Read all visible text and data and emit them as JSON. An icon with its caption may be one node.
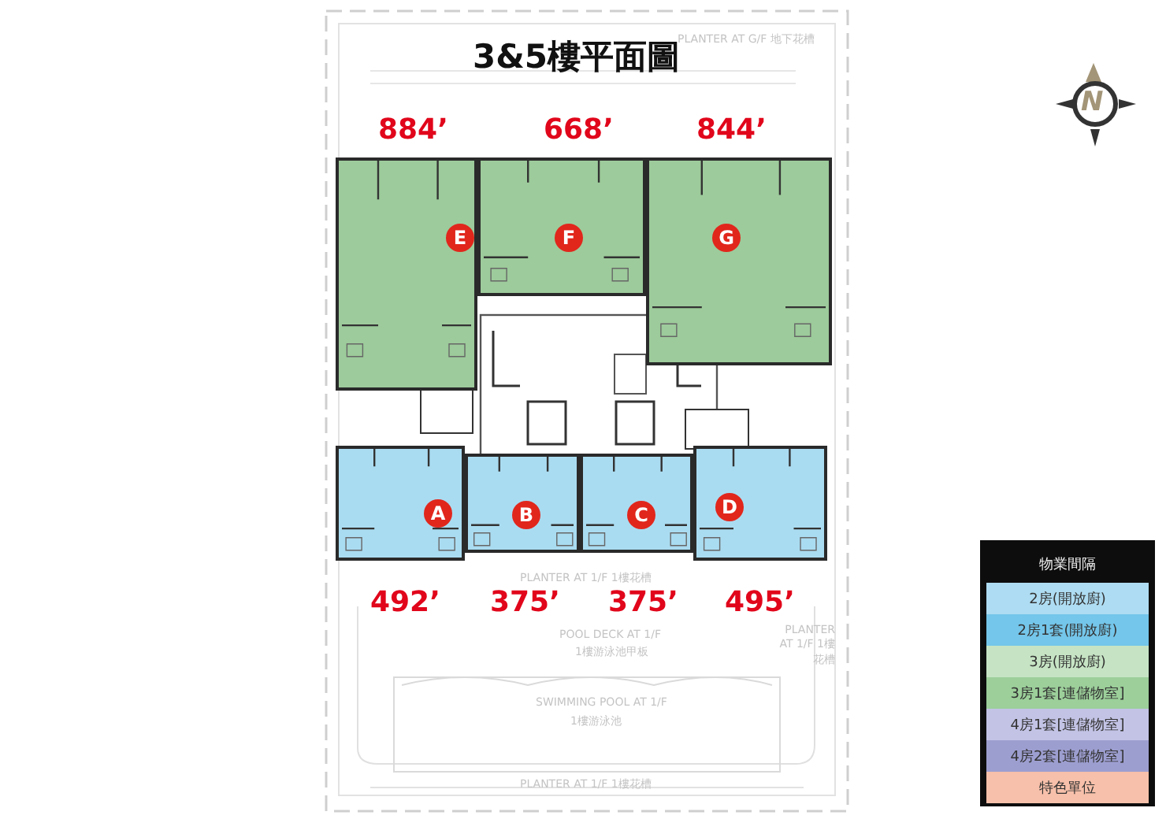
{
  "diagram": {
    "title": "3&5樓平面圖",
    "nodes": [
      {
        "text": [
          "E"
        ],
        "beside": [
          "884’"
        ]
      },
      {
        "text": [
          "F"
        ],
        "beside": [
          "668’"
        ]
      },
      {
        "text": [
          "G"
        ],
        "beside": [
          "844’"
        ]
      },
      {
        "text": [
          "A"
        ],
        "beside": [
          "492’"
        ]
      },
      {
        "text": [
          "B"
        ],
        "beside": [
          "375’"
        ]
      },
      {
        "text": [
          "C"
        ],
        "beside": [
          "375’"
        ]
      },
      {
        "text": [
          "D"
        ],
        "beside": [
          "495’"
        ]
      }
    ],
    "labels": [
      "PLANTER AT G/F 地下花槽",
      "PLANTER AT 1/F 1樓花槽",
      "POOL DECK AT 1/F",
      "1樓游泳池甲板",
      "PLANTER AT 1/F 1樓花槽",
      "SWIMMING POOL AT 1/F",
      "1樓游泳池",
      "PLANTER AT 1/F 1樓花槽",
      "N",
      "物業間隔"
    ],
    "legend": [
      {
        "text": "2房(開放廚)",
        "color": "#aedcf2"
      },
      {
        "text": "2房1套(開放廚)",
        "color": "#74c6ea"
      },
      {
        "text": "3房(開放廚)",
        "color": "#c6e4c4"
      },
      {
        "text": "3房1套[連儲物室]",
        "color": "#9ccf9a"
      },
      {
        "text": "4房1套[連儲物室]",
        "color": "#c3c3e6"
      },
      {
        "text": "4房2套[連儲物室]",
        "color": "#9d9ed0"
      },
      {
        "text": "特色單位",
        "color": "#f7c0aa"
      }
    ]
  }
}
